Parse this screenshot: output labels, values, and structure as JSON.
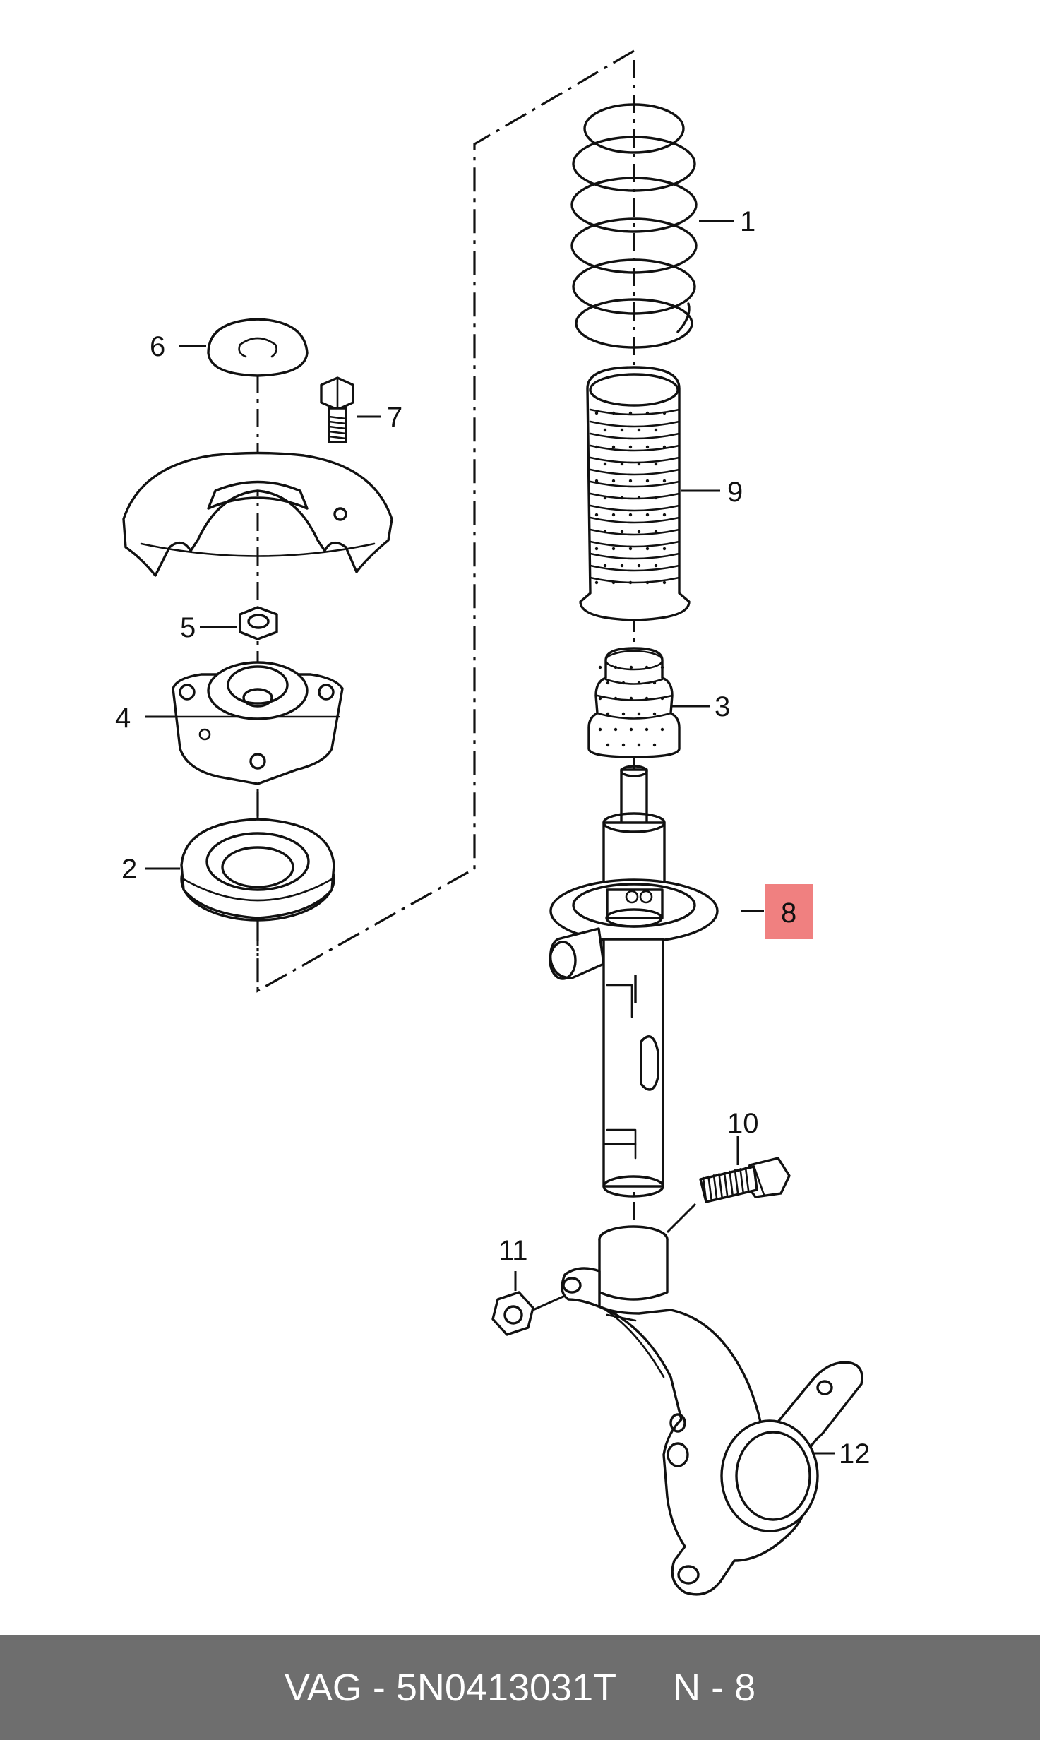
{
  "callouts": [
    {
      "id": "1",
      "label": "1"
    },
    {
      "id": "2",
      "label": "2"
    },
    {
      "id": "3",
      "label": "3"
    },
    {
      "id": "4",
      "label": "4"
    },
    {
      "id": "5",
      "label": "5"
    },
    {
      "id": "6",
      "label": "6"
    },
    {
      "id": "7",
      "label": "7"
    },
    {
      "id": "8",
      "label": "8"
    },
    {
      "id": "9",
      "label": "9"
    },
    {
      "id": "10",
      "label": "10"
    },
    {
      "id": "11",
      "label": "11"
    },
    {
      "id": "12",
      "label": "12"
    }
  ],
  "highlighted_callout": "8",
  "highlight_color": "#f08080",
  "footer": {
    "part_code": "VAG - 5N0413031T",
    "position": "N - 8",
    "background_color": "#6e6e6e"
  }
}
